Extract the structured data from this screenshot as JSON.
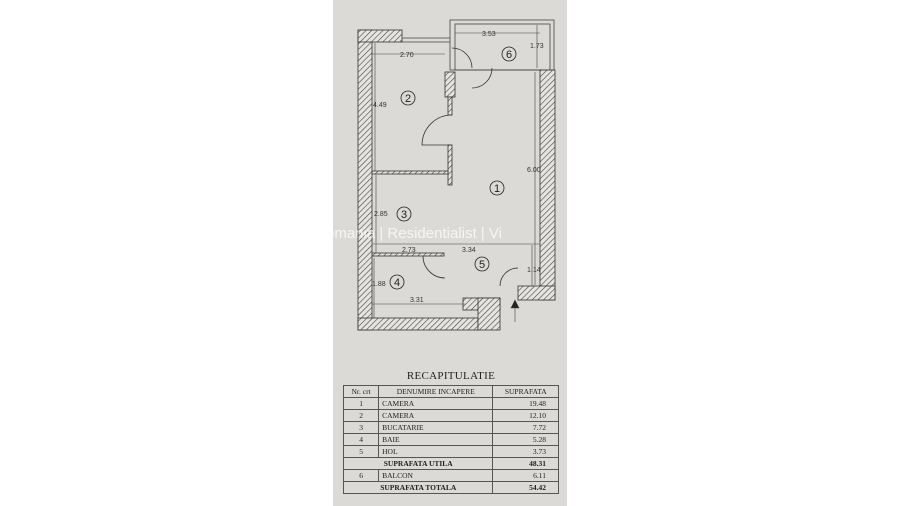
{
  "plan": {
    "rooms": [
      "1",
      "2",
      "3",
      "4",
      "5",
      "6"
    ],
    "dimensions": {
      "room2_width": "2.70",
      "balcony_width": "3.53",
      "balcony_depth": "1.73",
      "room2_length": "4.49",
      "room1_length": "6.00",
      "room3_length": "2.85",
      "room3_width": "2.73",
      "hall_width": "3.34",
      "hall_depth": "1.14",
      "bath_length": "1.88",
      "bath_width": "3.31"
    },
    "watermark": "omania | Residentialist | Vi"
  },
  "recap": {
    "title": "RECAPITULATIE",
    "headers": [
      "Nr. crt",
      "DENUMIRE INCAPERE",
      "SUPRAFATA"
    ],
    "rows": [
      {
        "nr": "1",
        "name": "CAMERA",
        "area": "19.48"
      },
      {
        "nr": "2",
        "name": "CAMERA",
        "area": "12.10"
      },
      {
        "nr": "3",
        "name": "BUCATARIE",
        "area": "7.72"
      },
      {
        "nr": "4",
        "name": "BAIE",
        "area": "5.28"
      },
      {
        "nr": "5",
        "name": "HOL",
        "area": "3.73"
      }
    ],
    "useful_label": "SUPRAFATA UTILA",
    "useful_area": "48.31",
    "balcony": {
      "nr": "6",
      "name": "BALCON",
      "area": "6.11"
    },
    "total_label": "SUPRAFATA TOTALA",
    "total_area": "54.42"
  }
}
